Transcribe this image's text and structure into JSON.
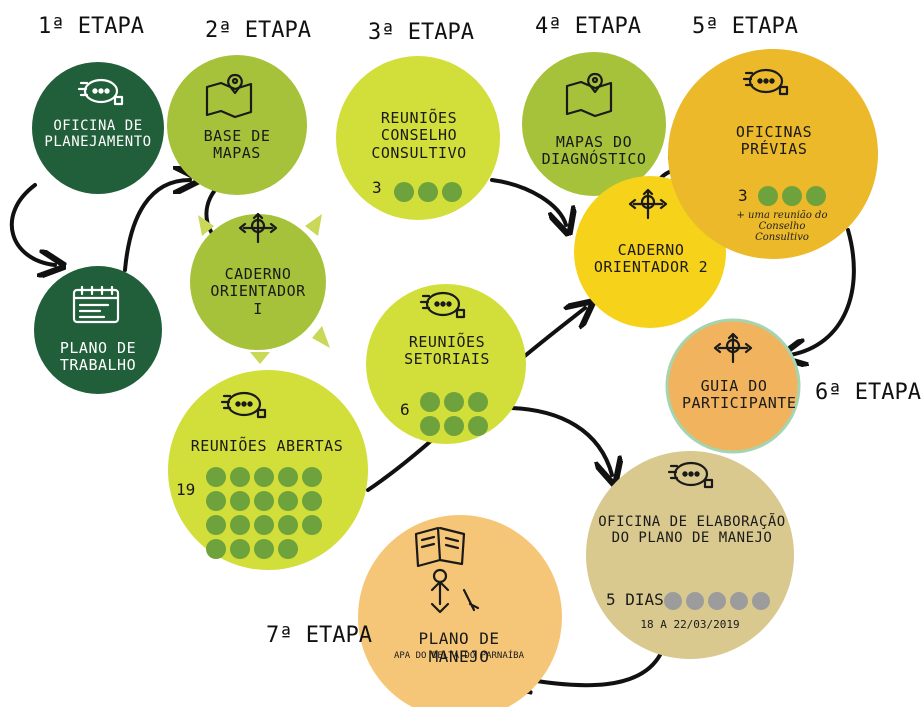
{
  "colors": {
    "dark_green": "#215e3a",
    "olive_green": "#a6c23a",
    "lime_green": "#d2de3a",
    "yellow": "#f6d21a",
    "amber": "#ecb92a",
    "orange": "#f1b35d",
    "khaki": "#d9c98f",
    "peach": "#f6c678",
    "dot_green": "#6ea23c",
    "dot_gray": "#9c9c9c"
  },
  "etapas": {
    "e1": "1ª ETAPA",
    "e2": "2ª ETAPA",
    "e3": "3ª ETAPA",
    "e4": "4ª ETAPA",
    "e5": "5ª ETAPA",
    "e6": "6ª ETAPA",
    "e7": "7ª ETAPA"
  },
  "nodes": {
    "oficina_planejamento": {
      "label": "OFICINA DE PLANEJAMENTO",
      "icon": "chat-bubbles-icon"
    },
    "plano_trabalho": {
      "label": "PLANO DE TRABALHO",
      "icon": "calendar-icon"
    },
    "base_mapas": {
      "label": "BASE DE MAPAS",
      "icon": "map-pin-icon"
    },
    "caderno_orientador_1": {
      "label": "CADERNO ORIENTADOR I",
      "icon": "compass-arrows-icon"
    },
    "reunioes_abertas": {
      "label": "REUNIÕES ABERTAS",
      "count": "19",
      "dots": 19,
      "icon": "chat-bubbles-icon"
    },
    "reunioes_conselho": {
      "label": "REUNIÕES CONSELHO CONSULTIVO",
      "count": "3",
      "dots": 3
    },
    "reunioes_setoriais": {
      "label": "REUNIÕES SETORIAIS",
      "count": "6",
      "dots": 6,
      "icon": "chat-bubbles-icon"
    },
    "mapas_diagnostico": {
      "label": "MAPAS DO DIAGNÓSTICO",
      "icon": "map-pin-icon"
    },
    "caderno_orientador_2": {
      "label": "CADERNO ORIENTADOR 2",
      "icon": "compass-arrows-icon"
    },
    "oficinas_previas": {
      "label": "OFICINAS PRÉVIAS",
      "count": "3",
      "dots": 3,
      "note": "+ uma reunião do Conselho Consultivo",
      "icon": "chat-bubbles-icon"
    },
    "guia_participante": {
      "label": "GUIA DO PARTICIPANTE",
      "icon": "compass-arrows-icon"
    },
    "oficina_elaboracao": {
      "label": "OFICINA DE ELABORAÇÃO DO PLANO DE MANEJO",
      "count": "5 DIAS",
      "dots": 5,
      "date": "18 a 22/03/2019",
      "icon": "chat-bubbles-icon"
    },
    "plano_manejo": {
      "label": "PLANO DE MANEJO",
      "sublabel": "APA DO DELTA DO PARNAÍBA",
      "icon": "book-icon"
    }
  }
}
